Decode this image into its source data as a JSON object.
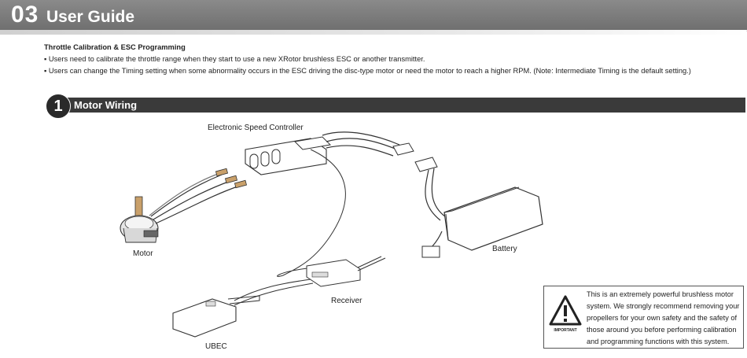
{
  "header": {
    "number": "03",
    "title": "User Guide"
  },
  "intro": {
    "heading": "Throttle Calibration & ESC Programming",
    "items": [
      "Users need to calibrate the throttle range when they start to use a new XRotor brushless ESC or another transmitter.",
      "Users can change the Timing setting when some abnormality occurs in the ESC driving the disc-type motor or need the motor to reach a higher RPM. (Note: Intermediate Timing is the default setting.)"
    ]
  },
  "section": {
    "number": "1",
    "title": "Motor Wiring"
  },
  "diagram": {
    "labels": {
      "esc": "Electronic Speed Controller",
      "motor": "Motor",
      "battery": "Battery",
      "receiver": "Receiver",
      "ubec": "UBEC"
    }
  },
  "warning": {
    "icon": "warning-triangle-icon",
    "icon_caption": "IMPORTANT",
    "text": "This is an extremely powerful brushless motor system. We strongly recommend removing your propellers for your own safety and the safety of those around you before performing calibration and programming functions with this system."
  }
}
